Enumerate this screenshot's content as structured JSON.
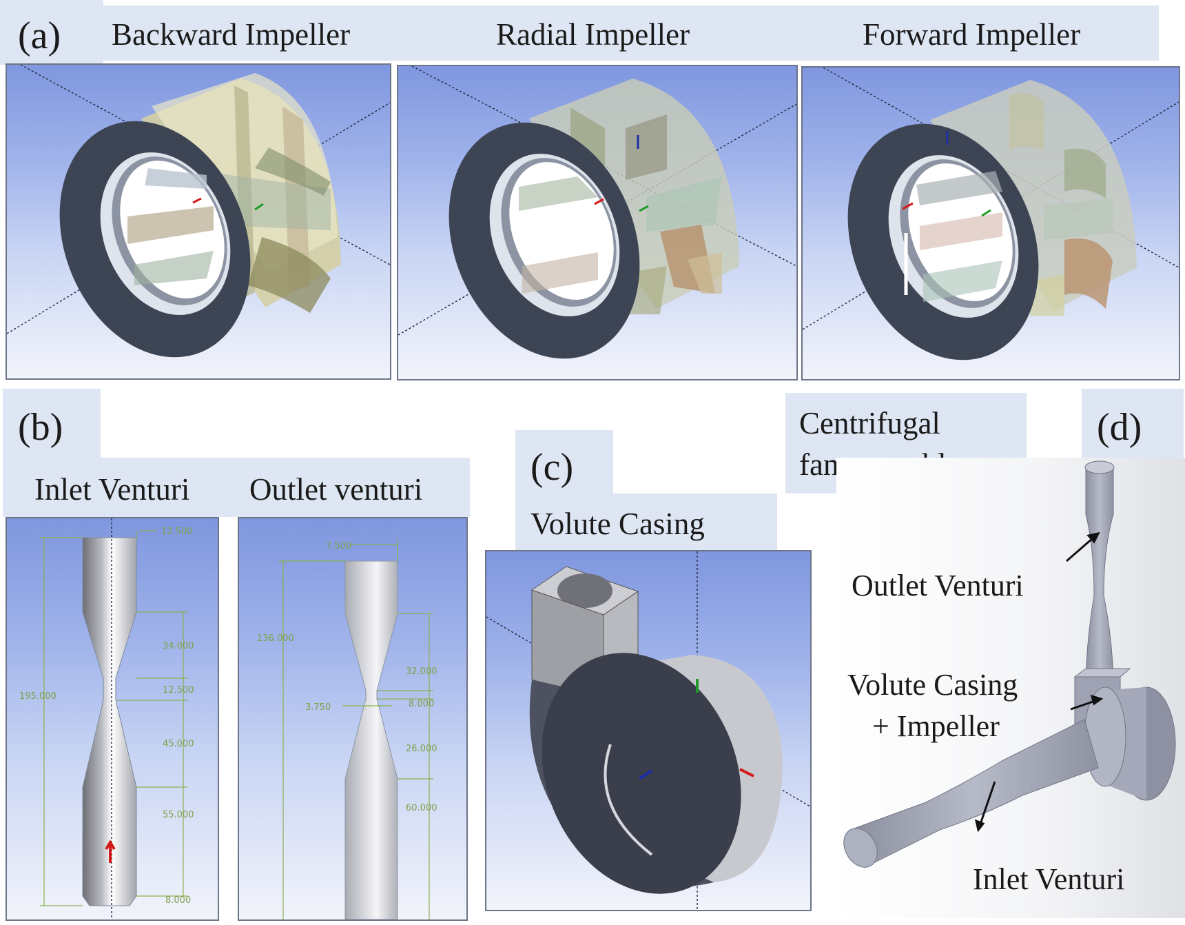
{
  "section_a": {
    "tag": "(a)",
    "impellers": [
      {
        "title": "Backward Impeller",
        "blade": "backward"
      },
      {
        "title": "Radial Impeller",
        "blade": "radial"
      },
      {
        "title": "Forward Impeller",
        "blade": "forward"
      }
    ]
  },
  "section_b": {
    "tag": "(b)",
    "inlet": {
      "title": "Inlet Venturi",
      "dims": {
        "top_width": "12.500",
        "total": "195.000",
        "d1": "34.000",
        "d2": "12.500",
        "d3": "45.000",
        "d4": "55.000",
        "d5": "8.000"
      }
    },
    "outlet": {
      "title": "Outlet venturi",
      "dims": {
        "top_width": "7.500",
        "total": "136.000",
        "throat": "3.750",
        "d1": "32.000",
        "d2": "8.000",
        "d3": "26.000",
        "d4": "60.000"
      }
    }
  },
  "section_c": {
    "tag": "(c)",
    "title": "Volute Casing"
  },
  "section_d": {
    "tag": "(d)",
    "title_line1": "Centrifugal",
    "title_line2": "fan assembly",
    "callout_outlet": "Outlet Venturi",
    "callout_volute_line1": "Volute Casing",
    "callout_volute_line2": "+ Impeller",
    "callout_inlet": "Inlet Venturi"
  },
  "colors": {
    "panel_top": "#7f97df",
    "panel_bottom": "#f2f4fb",
    "label_bg": "#dfe6f3",
    "dim_green": "#7ea04a",
    "ring_dark": "#3d4554",
    "part_grey": "#a9adbd"
  }
}
